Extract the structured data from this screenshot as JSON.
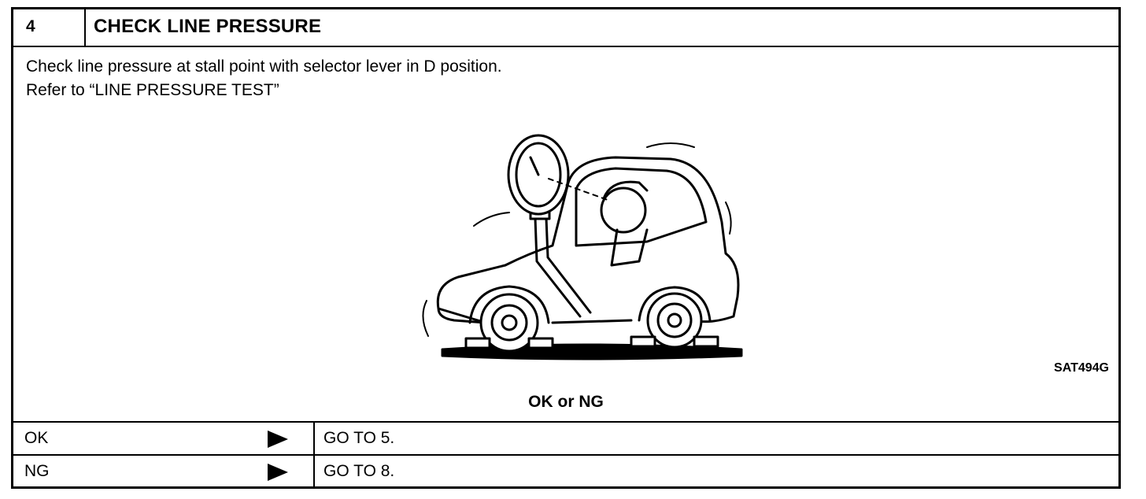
{
  "step": {
    "number": "4",
    "title": "CHECK LINE PRESSURE"
  },
  "instructions": [
    "Check line pressure at stall point with selector lever in D position.",
    "Refer to “LINE PRESSURE TEST”"
  ],
  "figure": {
    "code": "SAT494G"
  },
  "decision": {
    "prompt": "OK or NG"
  },
  "results": [
    {
      "label": "OK",
      "action": "GO TO 5."
    },
    {
      "label": "NG",
      "action": "GO TO 8."
    }
  ]
}
